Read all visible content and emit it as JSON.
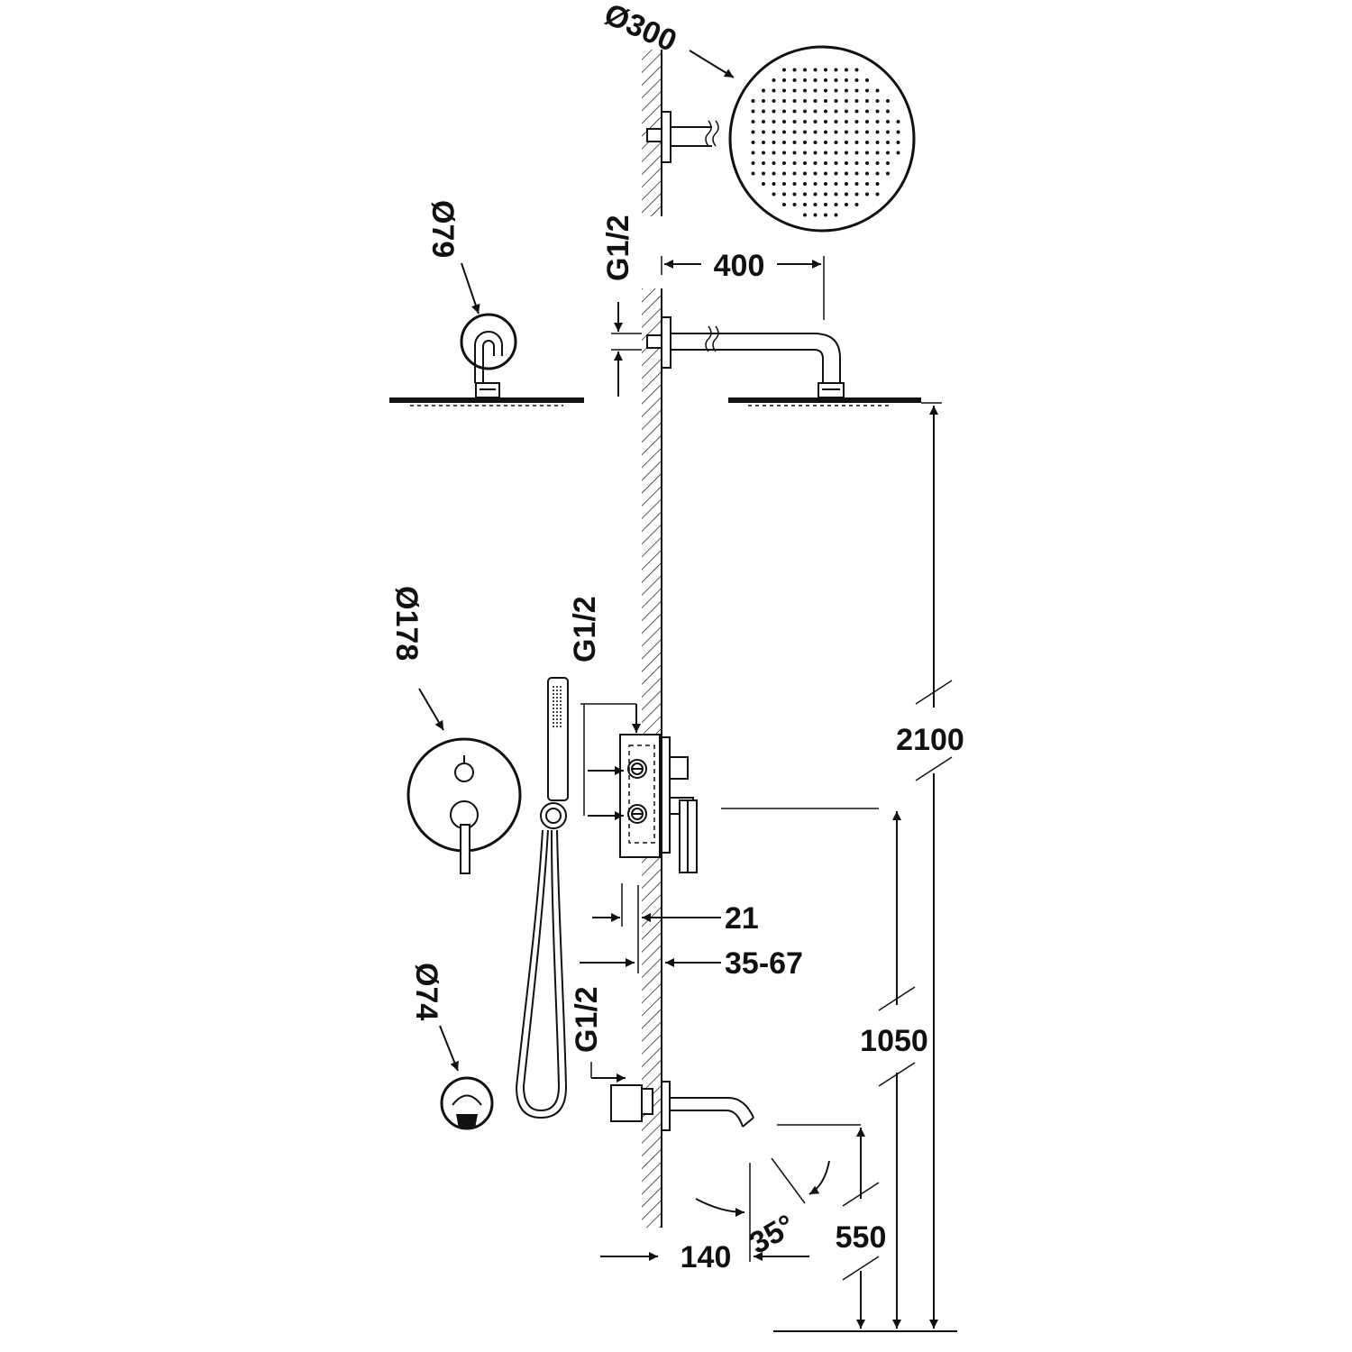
{
  "dimensions": {
    "head_diameter": "Ø300",
    "arm_length": "400",
    "arm_thread": "G1/2",
    "arm_flange_diameter": "Ø79",
    "head_height": "2100",
    "mixer_diameter": "Ø178",
    "mixer_thread": "G1/2",
    "mixer_offset": "21",
    "wall_depth": "35-67",
    "spout_diameter": "Ø74",
    "spout_thread": "G1/2",
    "mixer_height": "1050",
    "spout_reach": "140",
    "spout_angle": "35°",
    "spout_height": "550"
  },
  "colors": {
    "line": "#111111",
    "background": "#ffffff"
  }
}
